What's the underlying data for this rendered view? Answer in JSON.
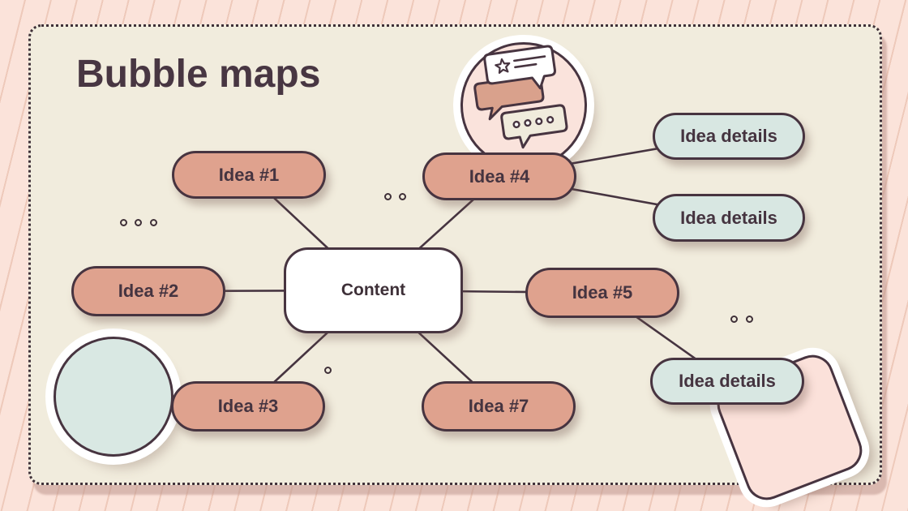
{
  "slide": {
    "title": "Bubble maps",
    "center": {
      "label": "Content"
    },
    "ideas": [
      {
        "id": "idea-1",
        "label": "Idea #1"
      },
      {
        "id": "idea-2",
        "label": "Idea #2"
      },
      {
        "id": "idea-3",
        "label": "Idea #3"
      },
      {
        "id": "idea-4",
        "label": "Idea #4"
      },
      {
        "id": "idea-5",
        "label": "Idea #5"
      },
      {
        "id": "idea-7",
        "label": "Idea #7"
      }
    ],
    "details": [
      {
        "id": "detail-top",
        "label": "Idea details"
      },
      {
        "id": "detail-middle",
        "label": "Idea details"
      },
      {
        "id": "detail-bottom",
        "label": "Idea details"
      }
    ],
    "edges": [
      [
        "Content",
        "Idea #1"
      ],
      [
        "Content",
        "Idea #2"
      ],
      [
        "Content",
        "Idea #3"
      ],
      [
        "Content",
        "Idea #4"
      ],
      [
        "Content",
        "Idea #5"
      ],
      [
        "Content",
        "Idea #7"
      ],
      [
        "Idea #4",
        "Idea details (top)"
      ],
      [
        "Idea #4",
        "Idea details (middle)"
      ],
      [
        "Idea #5",
        "Idea details (bottom)"
      ]
    ],
    "decorations": {
      "chat_badge_icon": "chat-bubbles-icon",
      "teal_circle": "teal-circle",
      "sticky_note": "pink-sticky-note",
      "dot_clusters": [
        3,
        2,
        2,
        1
      ]
    },
    "colors": {
      "background": "#fbe3da",
      "stripe": "#eec9ba",
      "card": "#f1ecdd",
      "outline": "#473440",
      "text": "#453440",
      "idea_fill": "#dfa28e",
      "detail_fill": "#d8e7e2",
      "center_fill": "#ffffff",
      "badge_fill": "#fae3dc",
      "note_fill": "#fbe1da"
    }
  }
}
